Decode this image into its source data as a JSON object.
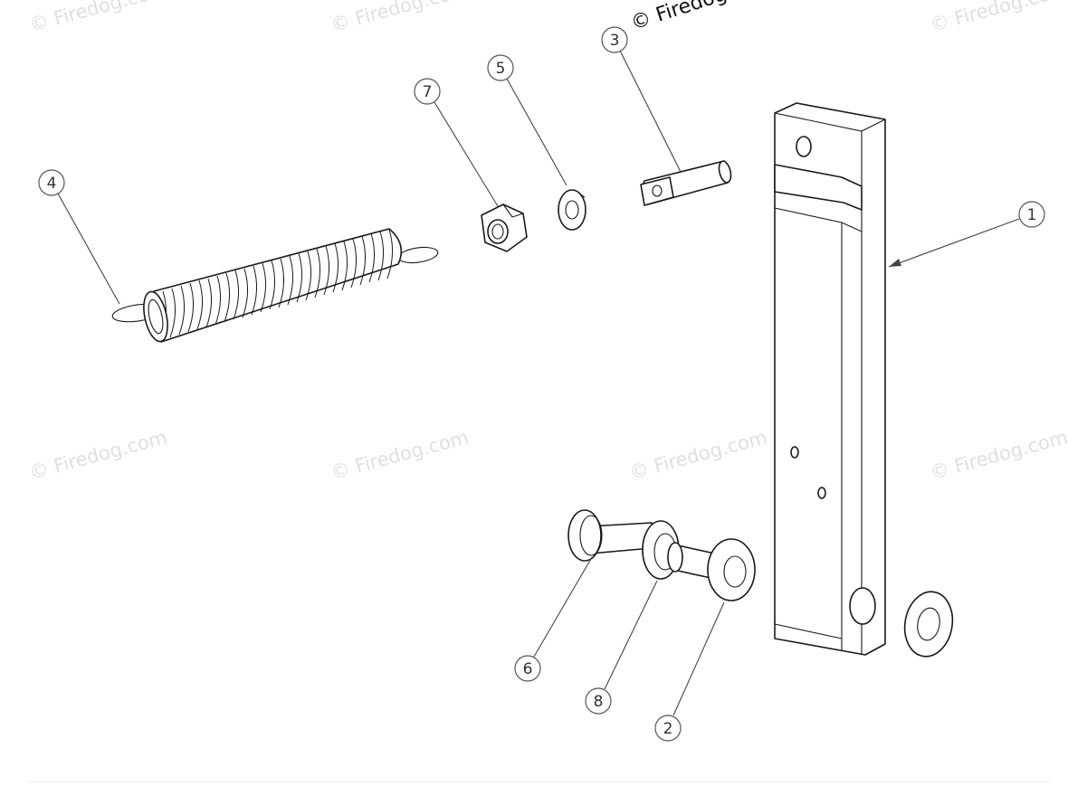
{
  "watermark": {
    "text": "© Firedog.com",
    "main": "© Firedog"
  },
  "callouts": [
    {
      "id": "1",
      "label": "1"
    },
    {
      "id": "2",
      "label": "2"
    },
    {
      "id": "3",
      "label": "3"
    },
    {
      "id": "4",
      "label": "4"
    },
    {
      "id": "5",
      "label": "5"
    },
    {
      "id": "6",
      "label": "6"
    },
    {
      "id": "7",
      "label": "7"
    },
    {
      "id": "8",
      "label": "8"
    }
  ],
  "colors": {
    "line": "#1a1a1a",
    "watermark": "#e0e0e0",
    "background": "#ffffff"
  }
}
